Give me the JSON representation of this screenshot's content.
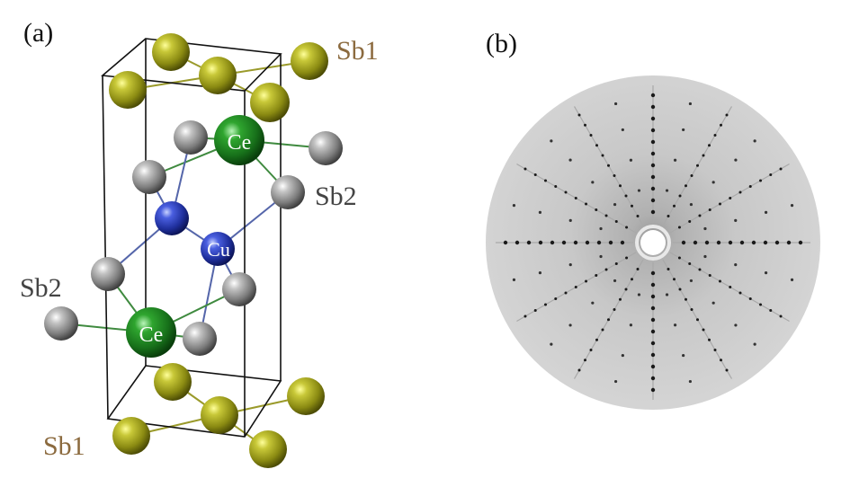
{
  "panels": {
    "a": "(a)",
    "b": "(b)"
  },
  "labels": {
    "sb1_top": "Sb1",
    "sb2_right": "Sb2",
    "sb2_left": "Sb2",
    "sb1_bottom": "Sb1",
    "ce_top": "Ce",
    "ce_bottom": "Ce",
    "cu": "Cu"
  },
  "colors": {
    "sb1_label": "#8b6a3e",
    "sb2_label": "#444444",
    "sb1_atom": "#8f8f13",
    "sb2_atom": "#8a8a8a",
    "ce_atom": "#1f7a1f",
    "cu_atom": "#2335a8",
    "bond_sb1": "#9a9a2a",
    "bond_ce": "#3f8a3f",
    "bond_cu": "#5566aa",
    "cell_edge": "#111111",
    "laue_disk": "#cfcfcf"
  }
}
